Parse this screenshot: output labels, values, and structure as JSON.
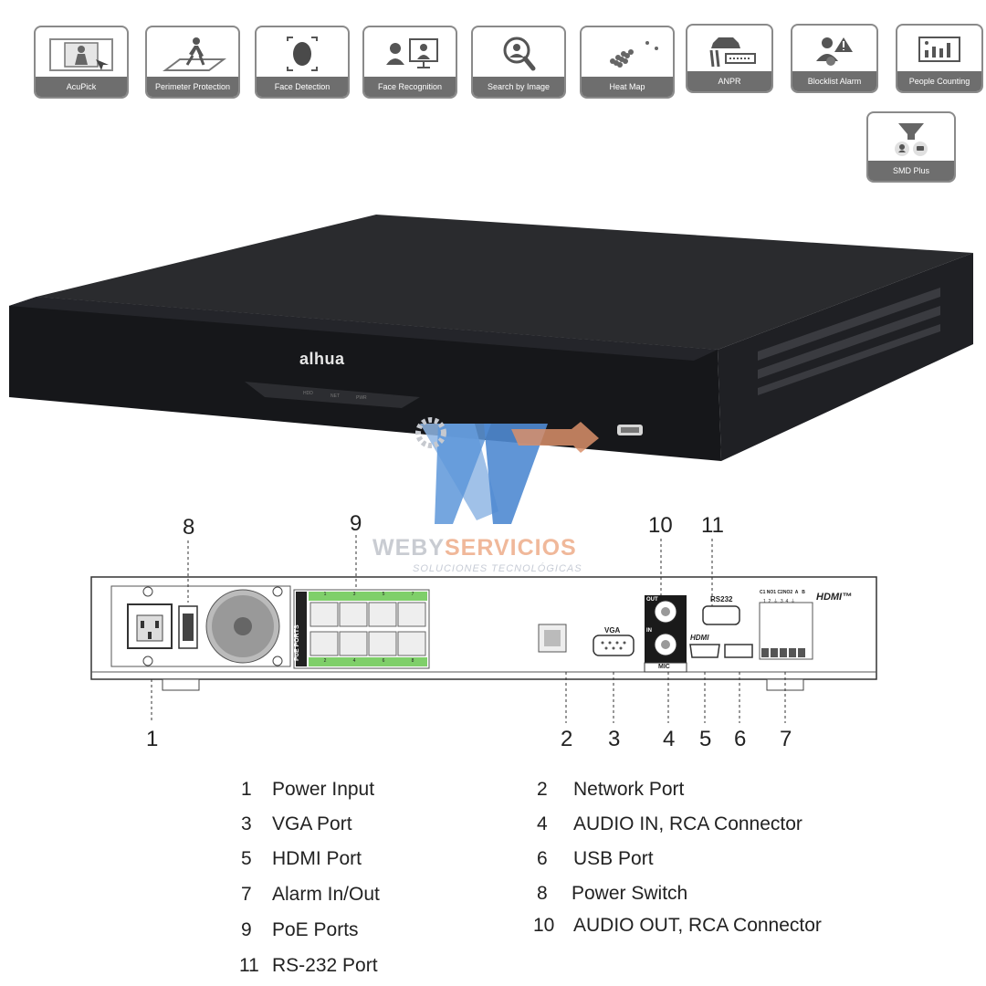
{
  "features": [
    {
      "label": "AcuPick",
      "icon": "acupick-icon"
    },
    {
      "label": "Perimeter Protection",
      "icon": "perimeter-protection-icon"
    },
    {
      "label": "Face Detection",
      "icon": "face-detection-icon"
    },
    {
      "label": "Face Recognition",
      "icon": "face-recognition-icon"
    },
    {
      "label": "Search by Image",
      "icon": "search-by-image-icon"
    },
    {
      "label": "Heat Map",
      "icon": "heat-map-icon"
    },
    {
      "label": "ANPR",
      "icon": "anpr-icon"
    },
    {
      "label": "Blocklist  Alarm",
      "icon": "blocklist-alarm-icon"
    },
    {
      "label": "People Counting",
      "icon": "people-counting-icon"
    },
    {
      "label": "SMD Plus",
      "icon": "smd-plus-icon"
    }
  ],
  "device": {
    "brand": "alhua",
    "front_leds": [
      "HDD",
      "NET",
      "PWR"
    ],
    "rear_labels": {
      "poe": "PoE PORTS",
      "vga": "VGA",
      "rs232": "RS232",
      "out": "OUT",
      "in": "IN",
      "mic": "MIC",
      "hdmi": "HDMI",
      "hdmi_tm": "HDMI™",
      "alarm_header": "C1 NO1 C2NO2  A   B",
      "alarm_pins": "1  2  ⏚  3  4  ⏚",
      "poe_top_nums": [
        "1",
        "3",
        "5",
        "7"
      ],
      "poe_bottom_nums": [
        "2",
        "4",
        "6",
        "8"
      ]
    }
  },
  "watermark": {
    "part1": "WEBY",
    "part2": "SERVICIOS",
    "tagline": "SOLUCIONES TECNOLÓGICAS"
  },
  "callouts": {
    "n1": "1",
    "n2": "2",
    "n3": "3",
    "n4": "4",
    "n5": "5",
    "n6": "6",
    "n7": "7",
    "n8": "8",
    "n9": "9",
    "n10": "10",
    "n11": "11"
  },
  "legend": [
    {
      "num": "1",
      "text": "Power Input"
    },
    {
      "num": "2",
      "text": "Network Port"
    },
    {
      "num": "3",
      "text": "VGA Port"
    },
    {
      "num": "4",
      "text": "AUDIO IN, RCA Connector"
    },
    {
      "num": "5",
      "text": "HDMI Port"
    },
    {
      "num": "6",
      "text": "USB Port"
    },
    {
      "num": "7",
      "text": "Alarm In/Out"
    },
    {
      "num": "8",
      "text": "Power Switch"
    },
    {
      "num": "9",
      "text": "PoE Ports"
    },
    {
      "num": "10",
      "text": "AUDIO OUT, RCA Connector"
    },
    {
      "num": "11",
      "text": "RS-232 Port"
    }
  ]
}
